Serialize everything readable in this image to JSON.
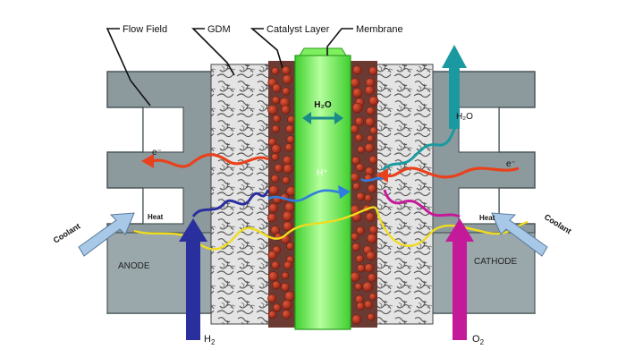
{
  "labels": {
    "flow_field": "Flow Field",
    "gdm": "GDM",
    "catalyst_layer": "Catalyst Layer",
    "membrane": "Membrane",
    "h2o_membrane": "H₂O",
    "h2o_out": "H₂O",
    "electron_left": "e⁻",
    "electron_right": "e⁻",
    "proton": "H⁺",
    "heat_left": "Heat",
    "heat_right": "Heat",
    "coolant_left": "Coolant",
    "coolant_right": "Coolant",
    "anode": "ANODE",
    "cathode": "CATHODE",
    "h2": "H",
    "h2_sub": "2",
    "o2": "O",
    "o2_sub": "2"
  },
  "colors": {
    "flow_field": "#8c9a9e",
    "flow_field_dark": "#5e6b70",
    "membrane": "#5ee84a",
    "membrane_light": "#b6ff9e",
    "catalyst_particle": "#a8321e",
    "catalyst_dark": "#5a2a22",
    "electron": "#e8411c",
    "proton": "#2f7de1",
    "water": "#1a9aa0",
    "hydrogen": "#2a2f9e",
    "oxygen": "#c41a9a",
    "heat": "#f0dc1e",
    "coolant": "#a8c8e8"
  }
}
